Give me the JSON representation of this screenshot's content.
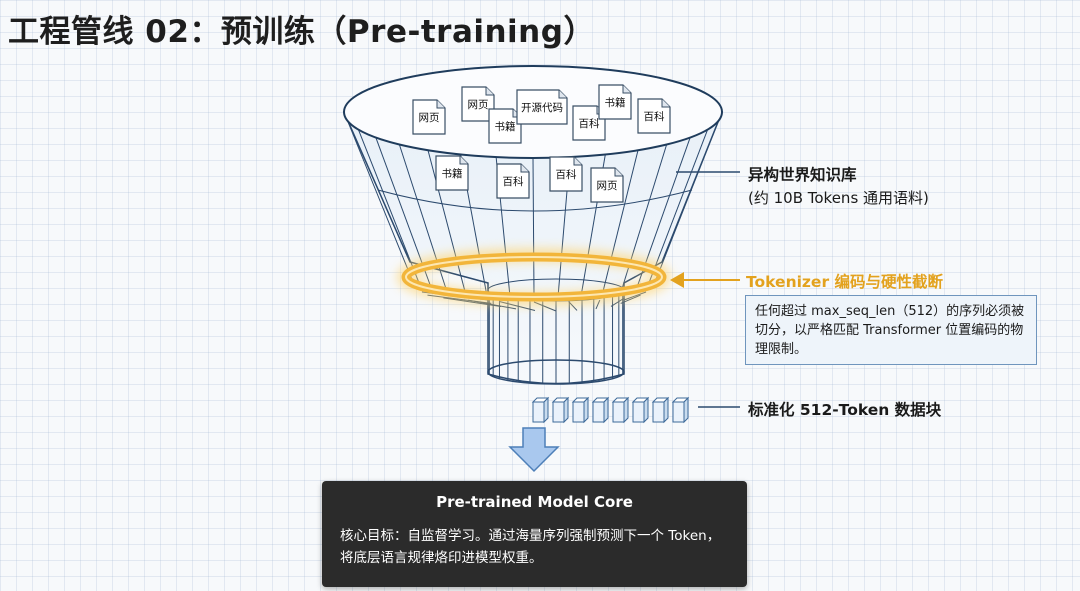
{
  "title": "工程管线 02：预训练（Pre-training）",
  "documents": [
    {
      "label": "网页"
    },
    {
      "label": "网页"
    },
    {
      "label": "书籍"
    },
    {
      "label": "开源代码"
    },
    {
      "label": "百科"
    },
    {
      "label": "书籍"
    },
    {
      "label": "百科"
    },
    {
      "label": "书籍"
    },
    {
      "label": "百科"
    },
    {
      "label": "百科"
    },
    {
      "label": "网页"
    }
  ],
  "knowledge_base": {
    "title": "异构世界知识库",
    "subtitle": "(约 10B Tokens 通用语料)"
  },
  "tokenizer": {
    "title": "Tokenizer 编码与硬性截断",
    "note": "任何超过 max_seq_len（512）的序列必须被切分，以严格匹配 Transformer 位置编码的物理限制。"
  },
  "chunks": {
    "count": 8,
    "label": "标准化 512-Token 数据块"
  },
  "core": {
    "title": "Pre-trained Model Core",
    "description": "核心目标：自监督学习。通过海量序列强制预测下一个 Token，将底层语言规律烙印进模型权重。"
  },
  "colors": {
    "funnel_line": "#2c4a6e",
    "funnel_fill": "#e3edf7",
    "ring": "#f2b53a",
    "ring_glow": "#ffd36b",
    "tokenizer_text": "#e3a21e",
    "arrow_fill": "#a9c8ee",
    "core_bg": "#2b2b2b"
  }
}
